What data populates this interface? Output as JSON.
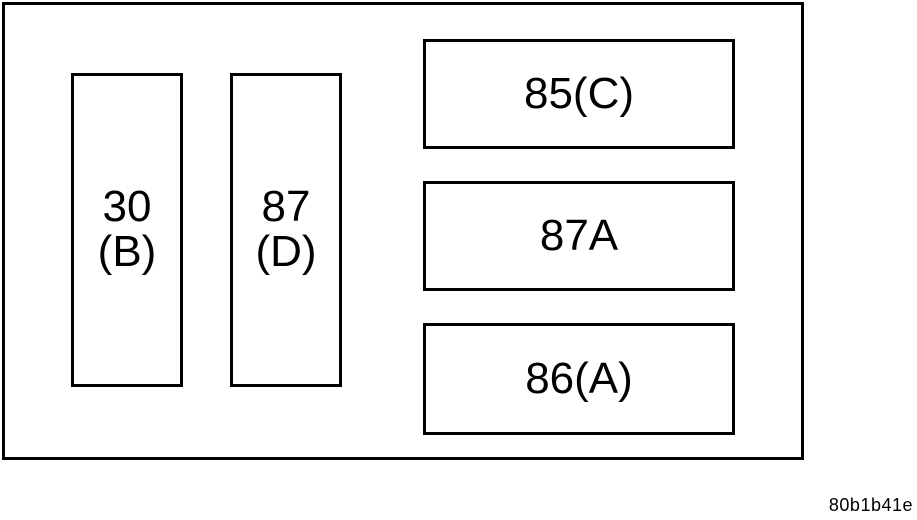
{
  "diagram": {
    "terminals": {
      "t30": {
        "line1": "30",
        "line2": "(B)"
      },
      "t87": {
        "line1": "87",
        "line2": "(D)"
      },
      "t85": {
        "label": "85(C)"
      },
      "t87a": {
        "label": "87A"
      },
      "t86": {
        "label": "86(A)"
      }
    },
    "figure_code": "80b1b41e"
  }
}
